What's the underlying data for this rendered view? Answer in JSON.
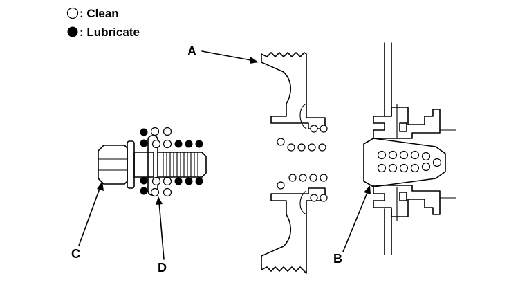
{
  "legend": {
    "clean_label": ": Clean",
    "lubricate_label": ": Lubricate"
  },
  "callouts": {
    "a": "A",
    "b": "B",
    "c": "C",
    "d": "D"
  },
  "colors": {
    "ink": "#000000",
    "paper": "#ffffff"
  }
}
